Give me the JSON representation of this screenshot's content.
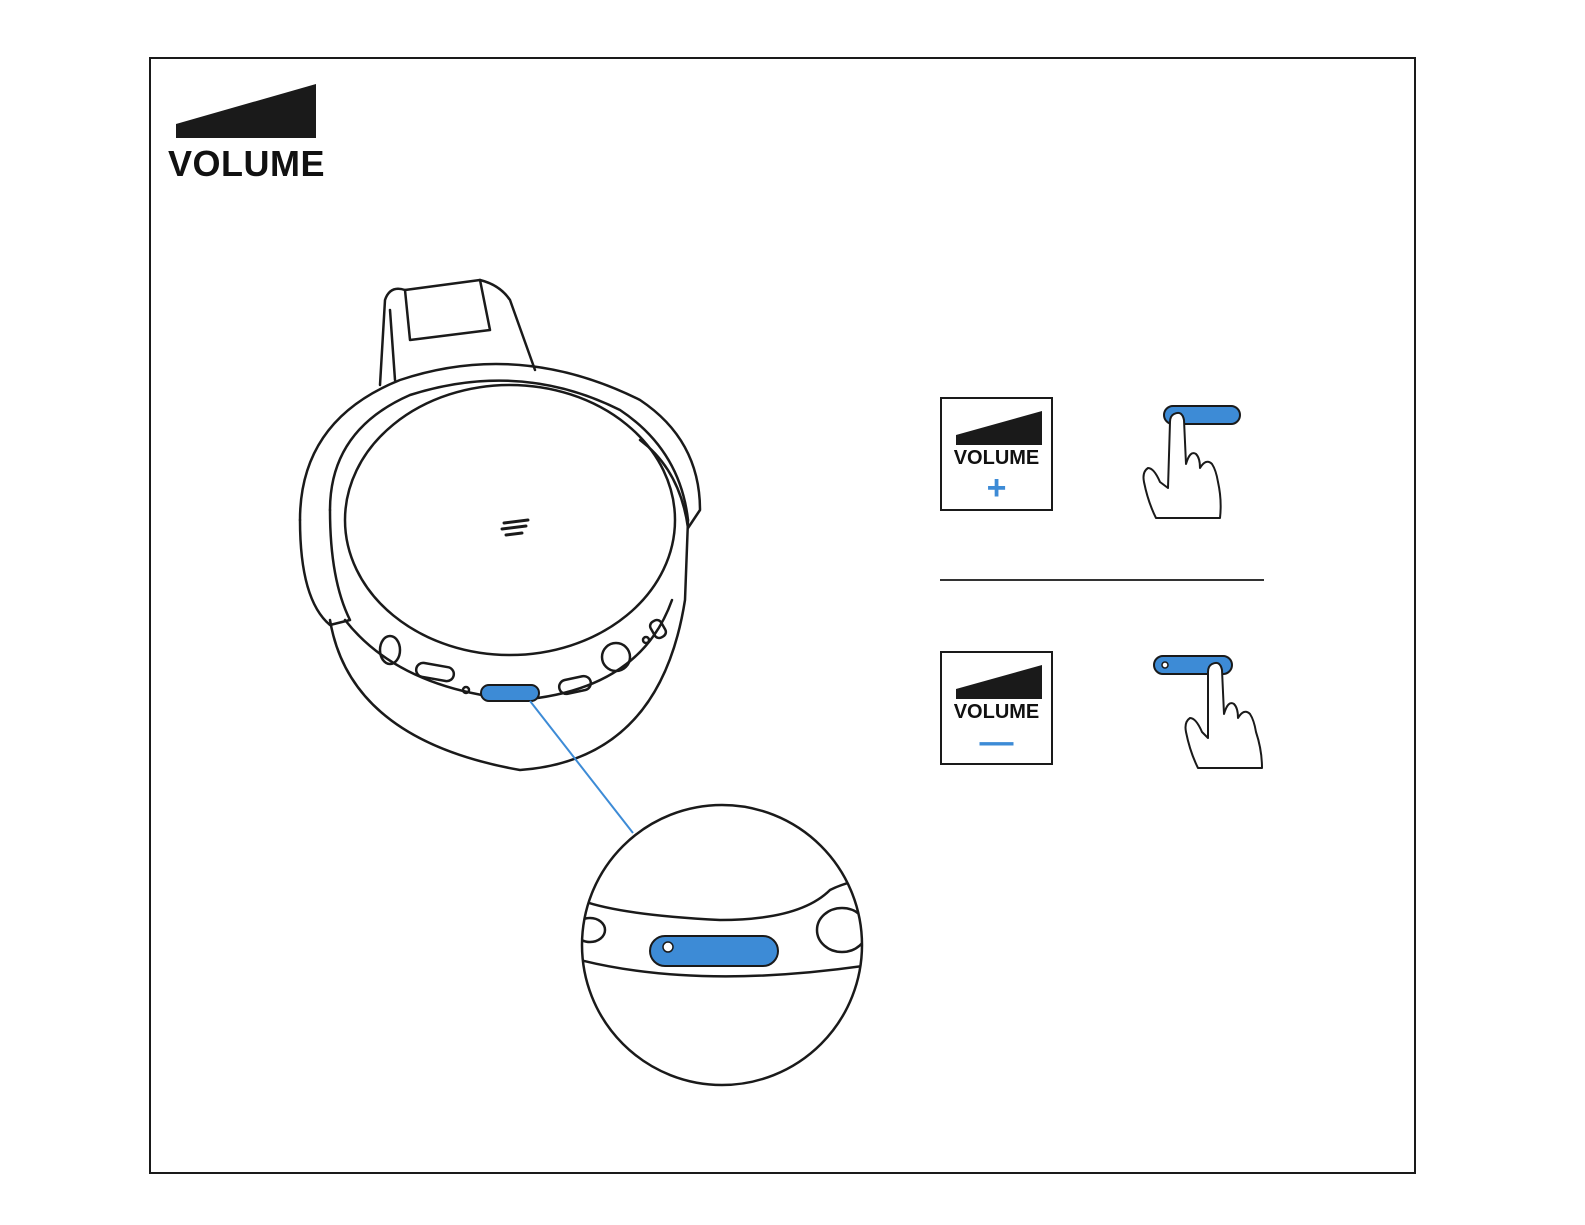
{
  "header": {
    "title": "VOLUME",
    "icon": "volume-wedge-icon"
  },
  "colors": {
    "accent": "#3d8bd6",
    "line": "#1a1a1a"
  },
  "controls": [
    {
      "label": "VOLUME",
      "sign": "+",
      "action_icon": "press-right-end-hand-icon"
    },
    {
      "label": "VOLUME",
      "sign": "—",
      "action_icon": "press-middle-hand-icon"
    }
  ]
}
